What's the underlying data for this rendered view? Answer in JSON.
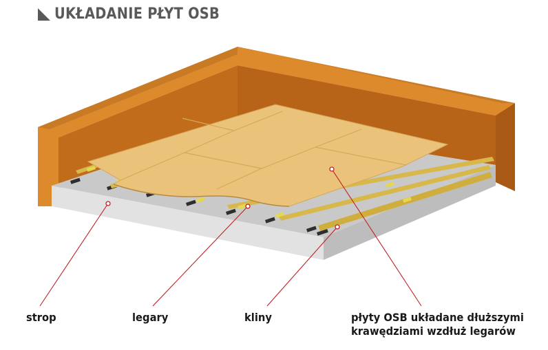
{
  "header": {
    "title": "UKŁADANIE PŁYT OSB",
    "marker_icon": "corner-triangle-icon"
  },
  "labels": {
    "strop": "strop",
    "legary": "legary",
    "kliny": "kliny",
    "plyty_line1": "płyty OSB układane dłuższymi",
    "plyty_line2": "krawędziami wzdłuż legarów"
  },
  "colors": {
    "title": "#595959",
    "wall_front": "#dd8a2c",
    "wall_top": "#c46f1c",
    "wall_inner": "#b86418",
    "slab_top": "#c9c9c9",
    "slab_front": "#e2e2e2",
    "slab_side": "#bdbdbd",
    "board": "#ebc27a",
    "board_line": "#d5a85c",
    "joist": "#d8b84a",
    "wedge": "#e6d84c",
    "groove": "#2e2e2e",
    "leader": "#c02026",
    "dot": "#c02026"
  }
}
